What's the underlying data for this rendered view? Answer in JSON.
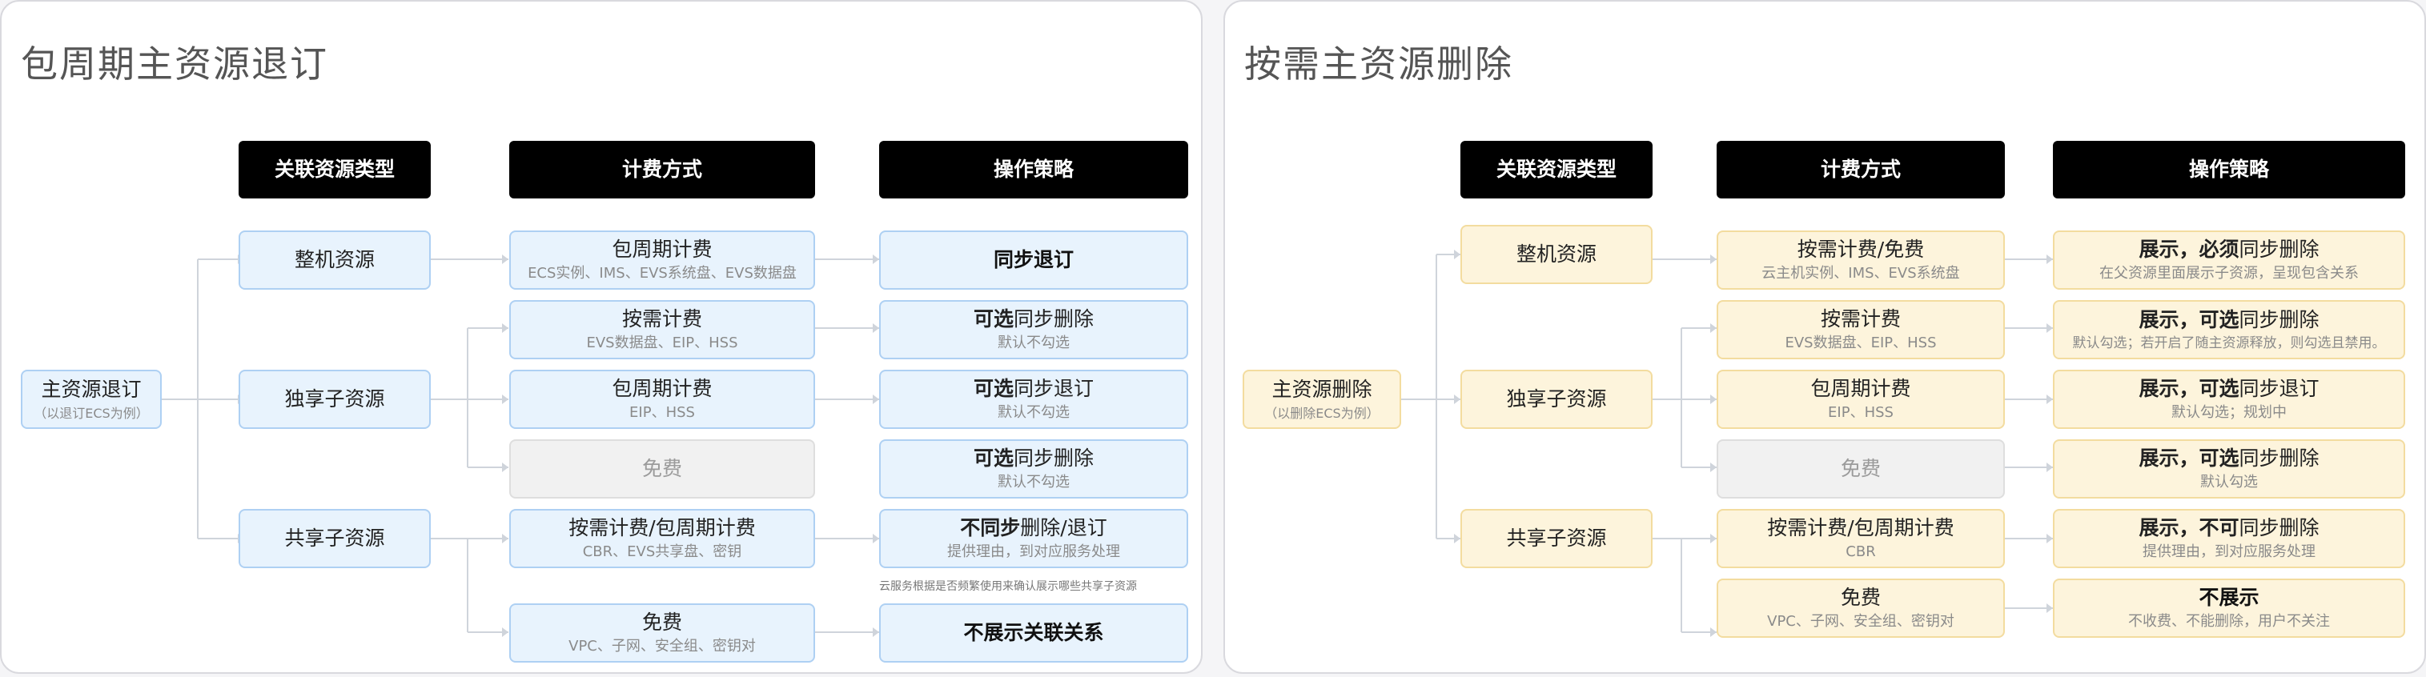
{
  "left": {
    "title": "包周期主资源退订",
    "headers": {
      "type": "关联资源类型",
      "billing": "计费方式",
      "strategy": "操作策略"
    },
    "root": {
      "label": "主资源退订",
      "sub": "（以退订ECS为例）"
    },
    "types": {
      "whole": "整机资源",
      "exclusive": "独享子资源",
      "shared": "共享子资源"
    },
    "billing": [
      {
        "label": "包周期计费",
        "sub": "ECS实例、IMS、EVS系统盘、EVS数据盘"
      },
      {
        "label": "按需计费",
        "sub": "EVS数据盘、EIP、HSS"
      },
      {
        "label": "包周期计费",
        "sub": "EIP、HSS"
      },
      {
        "label": "免费",
        "sub": ""
      },
      {
        "label": "按需计费/包周期计费",
        "sub": "CBR、EVS共享盘、密钥"
      },
      {
        "label": "免费",
        "sub": "VPC、子网、安全组、密钥对"
      }
    ],
    "strategy": [
      {
        "bold": "同步退订",
        "rest": "",
        "sub": ""
      },
      {
        "bold": "可选",
        "rest": "同步删除",
        "sub": "默认不勾选"
      },
      {
        "bold": "可选",
        "rest": "同步退订",
        "sub": "默认不勾选"
      },
      {
        "bold": "可选",
        "rest": "同步删除",
        "sub": "默认不勾选"
      },
      {
        "bold": "不同步",
        "rest": "删除/退订",
        "sub": "提供理由，到对应服务处理"
      },
      {
        "bold": "不展示关联关系",
        "rest": "",
        "sub": ""
      }
    ],
    "note": "云服务根据是否频繁使用来确认展示哪些共享子资源"
  },
  "right": {
    "title": "按需主资源删除",
    "headers": {
      "type": "关联资源类型",
      "billing": "计费方式",
      "strategy": "操作策略"
    },
    "root": {
      "label": "主资源删除",
      "sub": "（以删除ECS为例）"
    },
    "types": {
      "whole": "整机资源",
      "exclusive": "独享子资源",
      "shared": "共享子资源"
    },
    "billing": [
      {
        "label": "按需计费/免费",
        "sub": "云主机实例、IMS、EVS系统盘"
      },
      {
        "label": "按需计费",
        "sub": "EVS数据盘、EIP、HSS"
      },
      {
        "label": "包周期计费",
        "sub": "EIP、HSS"
      },
      {
        "label": "免费",
        "sub": ""
      },
      {
        "label": "按需计费/包周期计费",
        "sub": "CBR"
      },
      {
        "label": "免费",
        "sub": "VPC、子网、安全组、密钥对"
      }
    ],
    "strategy": [
      {
        "bold": "展示，必须",
        "rest": "同步删除",
        "sub": "在父资源里面展示子资源，呈现包含关系"
      },
      {
        "bold": "展示，可选",
        "rest": "同步删除",
        "sub": "默认勾选；若开启了随主资源释放，则勾选且禁用。"
      },
      {
        "bold": "展示，可选",
        "rest": "同步退订",
        "sub": "默认勾选；规划中"
      },
      {
        "bold": "展示，可选",
        "rest": "同步删除",
        "sub": "默认勾选"
      },
      {
        "bold": "展示，不可",
        "rest": "同步删除",
        "sub": "提供理由，到对应服务处理"
      },
      {
        "bold": "不展示",
        "rest": "",
        "sub": "不收费、不能删除，用户不关注"
      }
    ]
  }
}
